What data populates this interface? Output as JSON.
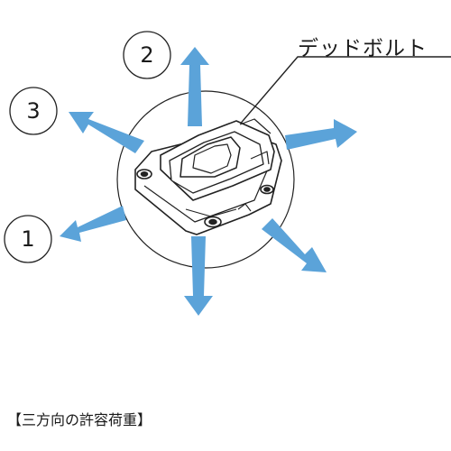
{
  "part_label": "デッドボルト",
  "caption": "【三方向の許容荷重】",
  "directions": [
    {
      "number": "2"
    },
    {
      "number": "3"
    },
    {
      "number": "1"
    }
  ],
  "colors": {
    "arrow": "#5ba3d9",
    "outline": "#222222",
    "background": "#ffffff"
  }
}
